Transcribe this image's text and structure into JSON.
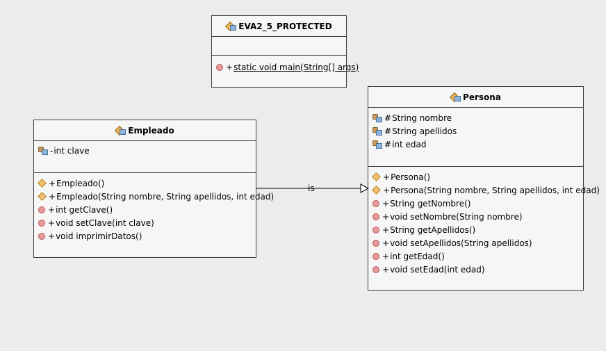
{
  "classes": {
    "main": {
      "name": "EVA2_5_PROTECTED",
      "methods": [
        {
          "vis": "+",
          "static_kw": "static",
          "sig": "void main(String[] args)"
        }
      ]
    },
    "empleado": {
      "name": "Empleado",
      "fields": [
        {
          "vis": "-",
          "sig": "int clave"
        }
      ],
      "methods": [
        {
          "kind": "ctor",
          "vis": "+",
          "sig": "Empleado()"
        },
        {
          "kind": "ctor",
          "vis": "+",
          "sig": "Empleado(String nombre, String apellidos, int edad)"
        },
        {
          "kind": "method",
          "vis": "+",
          "sig": "int getClave()"
        },
        {
          "kind": "method",
          "vis": "+",
          "sig": "void setClave(int clave)"
        },
        {
          "kind": "method",
          "vis": "+",
          "sig": "void imprimirDatos()"
        }
      ]
    },
    "persona": {
      "name": "Persona",
      "fields": [
        {
          "vis": "#",
          "sig": "String nombre"
        },
        {
          "vis": "#",
          "sig": "String apellidos"
        },
        {
          "vis": "#",
          "sig": "int edad"
        }
      ],
      "methods": [
        {
          "kind": "ctor",
          "vis": "+",
          "sig": "Persona()"
        },
        {
          "kind": "ctor",
          "vis": "+",
          "sig": "Persona(String nombre, String apellidos, int edad)"
        },
        {
          "kind": "method",
          "vis": "+",
          "sig": "String getNombre()"
        },
        {
          "kind": "method",
          "vis": "+",
          "sig": "void setNombre(String nombre)"
        },
        {
          "kind": "method",
          "vis": "+",
          "sig": "String getApellidos()"
        },
        {
          "kind": "method",
          "vis": "+",
          "sig": "void setApellidos(String apellidos)"
        },
        {
          "kind": "method",
          "vis": "+",
          "sig": "int getEdad()"
        },
        {
          "kind": "method",
          "vis": "+",
          "sig": "void setEdad(int edad)"
        }
      ]
    }
  },
  "relation": {
    "label": "is",
    "type": "generalization",
    "from": "Empleado",
    "to": "Persona"
  }
}
